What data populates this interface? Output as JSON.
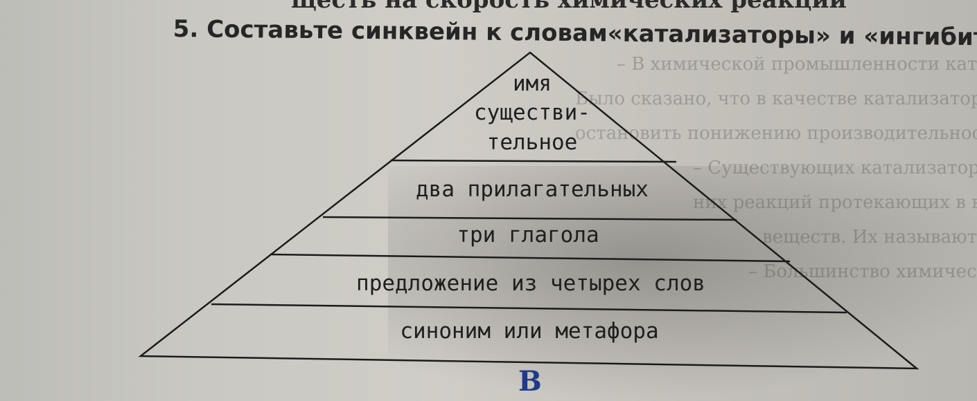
{
  "page": {
    "top_cut_text": "щесть на скорость химических реакций",
    "task_number": "5.",
    "task_text": "Составьте синквейн к словам«катализаторы» и «ингибиторы»:",
    "background_lines": [
      "– В химической промышленности катализаторы ведет",
      "Было сказано, что в качестве катализатора будет сво-",
      "остановить понижению производительности",
      "– Существующих катализаторов стано-",
      "них реакций протекающих в вещества в",
      "веществ. Их называют ингибиторами",
      "– Большинство химических реакций (нами"
    ],
    "blue_mark": "В"
  },
  "pyramid": {
    "levels": [
      {
        "lines": [
          "имя",
          "существи-",
          "тельное"
        ]
      },
      {
        "lines": [
          "два прилагательных"
        ]
      },
      {
        "lines": [
          "три глагола"
        ]
      },
      {
        "lines": [
          "предложение из четырех слов"
        ]
      },
      {
        "lines": [
          "синоним или метафора"
        ]
      }
    ]
  }
}
